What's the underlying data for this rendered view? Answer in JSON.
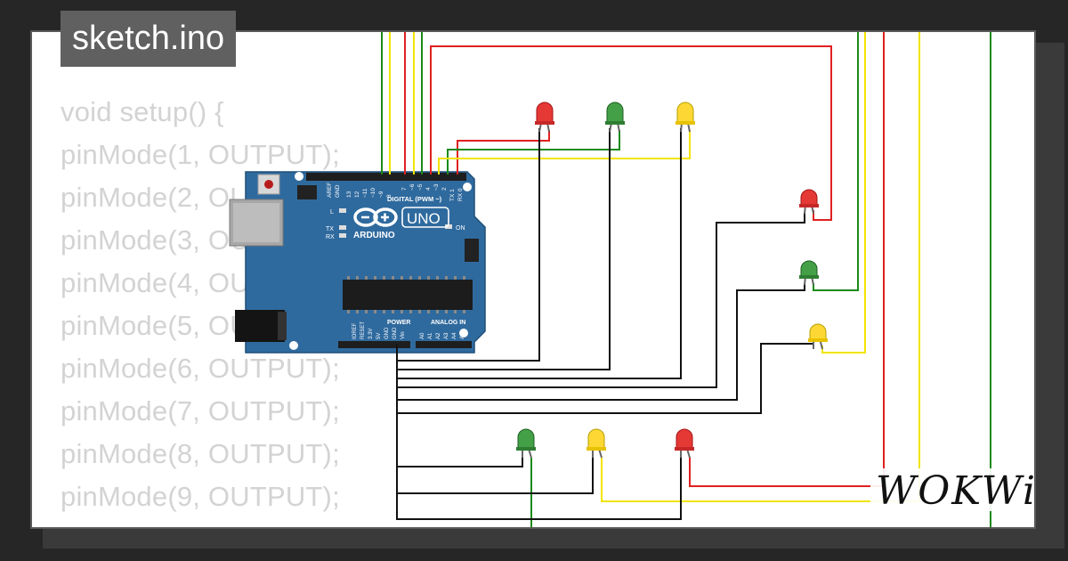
{
  "sketch": {
    "title": "sketch.ino",
    "code_lines": [
      "void setup() {",
      "pinMode(1, OUTPUT);",
      "pinMode(2, OUTPUT);",
      "pinMode(3, OUTPUT);",
      "pinMode(4, OUTPUT);",
      "pinMode(5, OUTPUT);",
      "pinMode(6, OUTPUT);",
      "pinMode(7, OUTPUT);",
      "pinMode(8, OUTPUT);",
      "pinMode(9, OUTPUT);"
    ]
  },
  "arduino": {
    "brand": "ARDUINO",
    "model": "UNO",
    "digital_label": "DIGITAL (PWM ~)",
    "power_label": "POWER",
    "analog_label": "ANALOG IN",
    "aref": "AREF",
    "gnd": "GND",
    "led_l": "L",
    "led_tx": "TX",
    "led_rx": "RX",
    "led_on": "ON",
    "digital_pins": [
      "13",
      "12",
      "~11",
      "~10",
      "~9",
      "8",
      "7",
      "~6",
      "~5",
      "4",
      "~3",
      "2",
      "TX 1",
      "RX 0"
    ],
    "power_pins": [
      "IOREF",
      "RESET",
      "3.3V",
      "5V",
      "GND",
      "GND",
      "Vin"
    ],
    "analog_pins": [
      "A0",
      "A1",
      "A2",
      "A3",
      "A4",
      "A5"
    ]
  },
  "leds": [
    {
      "id": "led-1",
      "color": "#e53935"
    },
    {
      "id": "led-2",
      "color": "#43a047"
    },
    {
      "id": "led-3",
      "color": "#fdd835"
    },
    {
      "id": "led-4",
      "color": "#e53935"
    },
    {
      "id": "led-5",
      "color": "#43a047"
    },
    {
      "id": "led-6",
      "color": "#fdd835"
    },
    {
      "id": "led-7",
      "color": "#43a047"
    },
    {
      "id": "led-8",
      "color": "#fdd835"
    },
    {
      "id": "led-9",
      "color": "#e53935"
    }
  ],
  "wire_colors": {
    "red": "#e02020",
    "green": "#1a8a1a",
    "yellow": "#f2e400",
    "black": "#111111"
  },
  "brand": {
    "logo_text": "WOKWi"
  }
}
